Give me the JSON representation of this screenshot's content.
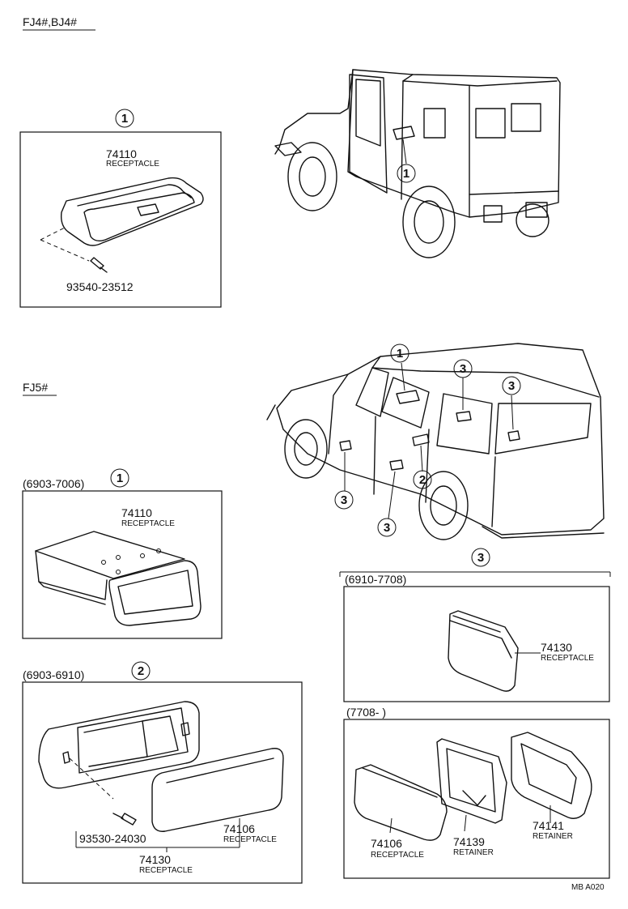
{
  "sections": {
    "fj4": {
      "header": "FJ4#,BJ4#"
    },
    "fj5": {
      "header": "FJ5#"
    }
  },
  "callouts": {
    "one": "1",
    "two": "2",
    "three": "3"
  },
  "fj4_detail": {
    "part_number": "74110",
    "part_name": "RECEPTACLE",
    "screw_number": "93540-23512"
  },
  "detail_6903_7006": {
    "range": "(6903-7006)",
    "part_number": "74110",
    "part_name": "RECEPTACLE"
  },
  "detail_6903_6910": {
    "range": "(6903-6910)",
    "screw_number": "93530-24030",
    "lid_number": "74106",
    "lid_name": "RECEPTACLE",
    "assy_number": "74130",
    "assy_name": "RECEPTACLE"
  },
  "detail_6910_7708": {
    "range": "(6910-7708)",
    "part_number": "74130",
    "part_name": "RECEPTACLE"
  },
  "detail_7708": {
    "range": "(7708-          )",
    "part1_number": "74106",
    "part1_name": "RECEPTACLE",
    "part2_number": "74139",
    "part2_name": "RETAINER",
    "part3_number": "74141",
    "part3_name": "RETAINER"
  },
  "figure_code": "MB A020"
}
